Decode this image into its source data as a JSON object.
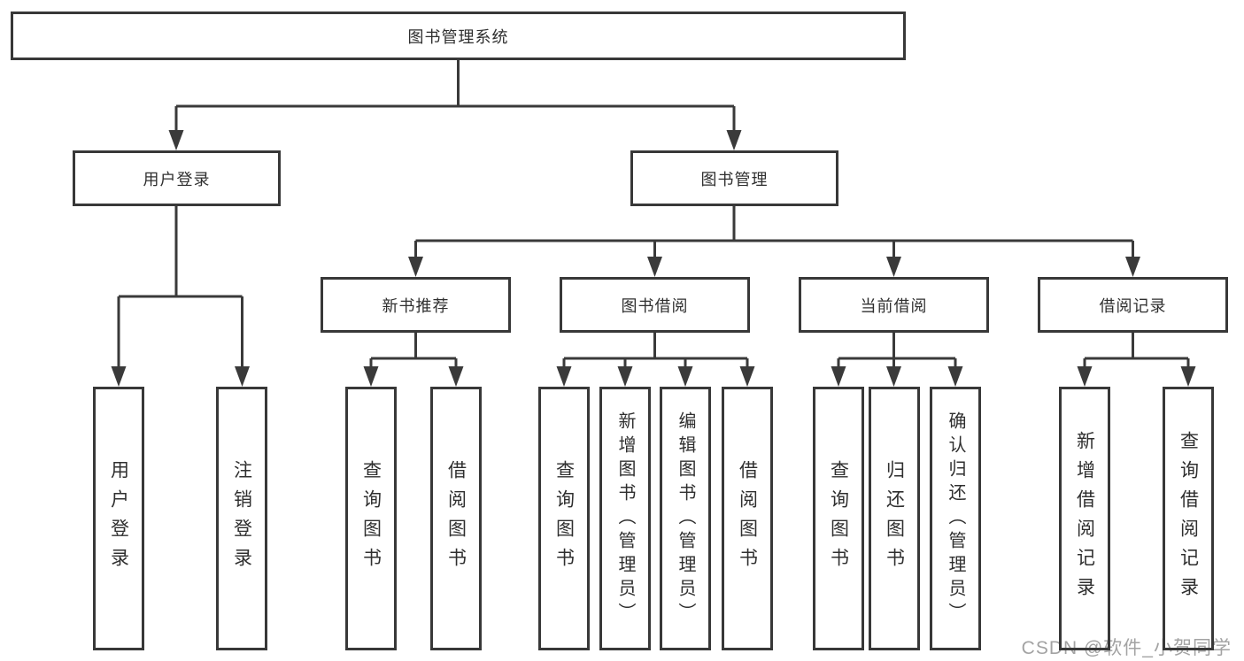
{
  "diagram_type": "hierarchy-tree",
  "tree": {
    "label": "图书管理系统",
    "children": [
      {
        "label": "用户登录",
        "children": [
          {
            "label": "用户登录"
          },
          {
            "label": "注销登录"
          }
        ]
      },
      {
        "label": "图书管理",
        "children": [
          {
            "label": "新书推荐",
            "children": [
              {
                "label": "查询图书"
              },
              {
                "label": "借阅图书"
              }
            ]
          },
          {
            "label": "图书借阅",
            "children": [
              {
                "label": "查询图书"
              },
              {
                "label": "新增图书（管理员）"
              },
              {
                "label": "编辑图书（管理员）"
              },
              {
                "label": "借阅图书"
              }
            ]
          },
          {
            "label": "当前借阅",
            "children": [
              {
                "label": "查询图书"
              },
              {
                "label": "归还图书"
              },
              {
                "label": "确认归还（管理员）"
              }
            ]
          },
          {
            "label": "借阅记录",
            "children": [
              {
                "label": "新增借阅记录"
              },
              {
                "label": "查询借阅记录"
              }
            ]
          }
        ]
      }
    ]
  },
  "watermark": "CSDN @软件_小贺同学",
  "colors": {
    "line": "#3a3a3a",
    "box_border": "#383838",
    "text": "#2f2f2f",
    "watermark": "#a3a3a3",
    "background": "#ffffff"
  }
}
